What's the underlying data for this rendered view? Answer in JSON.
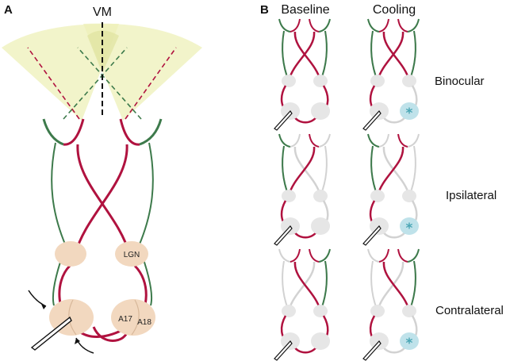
{
  "panels": {
    "a": {
      "letter": "A",
      "vm_label": "VM",
      "lgn_label": "LGN",
      "area17_label": "A17",
      "area18_label": "A18"
    },
    "b": {
      "letter": "B",
      "columns": [
        "Baseline",
        "Cooling"
      ],
      "rows": [
        "Binocular",
        "Ipsilateral",
        "Contralateral"
      ],
      "cooling_marker": "*"
    }
  },
  "colors": {
    "contralateral_pathway": "#b0123f",
    "ipsilateral_pathway": "#3d7a4b",
    "inactive_pathway": "#d2d2d2",
    "visual_field": "#eef0b8",
    "nucleus": "#f2d8bf",
    "small_nucleus": "#e6e6e6",
    "cooled_area": "#bfe2ea",
    "cooling_marker": "#4aa6b5"
  }
}
